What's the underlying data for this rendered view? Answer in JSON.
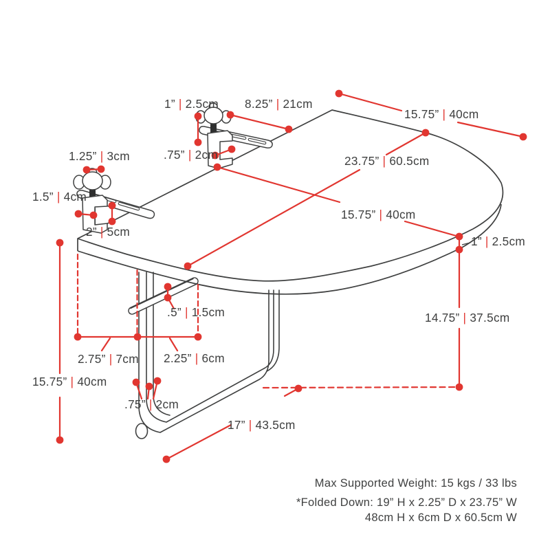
{
  "separator": "|",
  "dimensions": {
    "clamp_knob_height": {
      "in": "1”",
      "cm": "2.5cm"
    },
    "clamp_arm_length": {
      "in": "8.25”",
      "cm": "21cm"
    },
    "tabletop_back_width": {
      "in": "15.75”",
      "cm": "40cm"
    },
    "clamp_body_width": {
      "in": ".75”",
      "cm": "2cm"
    },
    "tabletop_width": {
      "in": "23.75”",
      "cm": "60.5cm"
    },
    "tabletop_depth": {
      "in": "15.75”",
      "cm": "40cm"
    },
    "tabletop_thickness": {
      "in": "1”",
      "cm": "2.5cm"
    },
    "table_height": {
      "in": "14.75”",
      "cm": "37.5cm"
    },
    "clamp2_knob_width": {
      "in": "1.25”",
      "cm": "3cm"
    },
    "clamp2_opening": {
      "in": "1.5”",
      "cm": "4cm"
    },
    "edge_clearance": {
      "in": "2”",
      "cm": "5cm"
    },
    "support_bar_thickness": {
      "in": ".5”",
      "cm": "1.5cm"
    },
    "leg_inset_left": {
      "in": "2.75”",
      "cm": "7cm"
    },
    "leg_inset_right": {
      "in": "2.25”",
      "cm": "6cm"
    },
    "folded_height": {
      "in": "15.75”",
      "cm": "40cm"
    },
    "leg_tube_width": {
      "in": ".75”",
      "cm": "2cm"
    },
    "base_length": {
      "in": "17”",
      "cm": "43.5cm"
    }
  },
  "notes": {
    "max_weight": "Max Supported Weight: 15 kgs / 33 lbs",
    "folded_line1": "*Folded Down: 19” H x 2.25” D x 23.75” W",
    "folded_line2": "48cm H x 6cm D x 60.5cm W"
  },
  "colors": {
    "dimension_red": "#e13630",
    "line_dark": "#3f4040",
    "background": "#ffffff"
  }
}
